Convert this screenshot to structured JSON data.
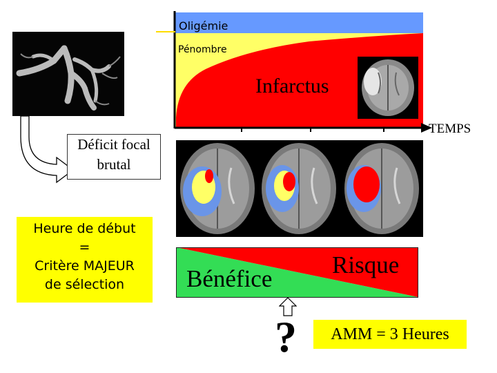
{
  "chart": {
    "oligemie": "Oligémie",
    "penombre": "Pénombre",
    "infarctus": "Infarctus",
    "temps": "TEMPS"
  },
  "deficit": {
    "line1": "Déficit focal",
    "line2": "brutal"
  },
  "heure": {
    "line1": "Heure de début",
    "line2": "=",
    "line3": "Critère MAJEUR",
    "line4": "de sélection"
  },
  "balance": {
    "benefice": "Bénéfice",
    "risque": "Risque"
  },
  "question": "?",
  "amm": "AMM = 3 Heures",
  "colors": {
    "oligemie_blue": "#6699ff",
    "penombre_yellow": "#ffff66",
    "infarct_red": "#ff0000",
    "benefice_green": "#33dd55",
    "highlight_yellow": "#ffff00"
  },
  "icons": [
    "curved-arrow-icon",
    "up-arrow-icon"
  ]
}
